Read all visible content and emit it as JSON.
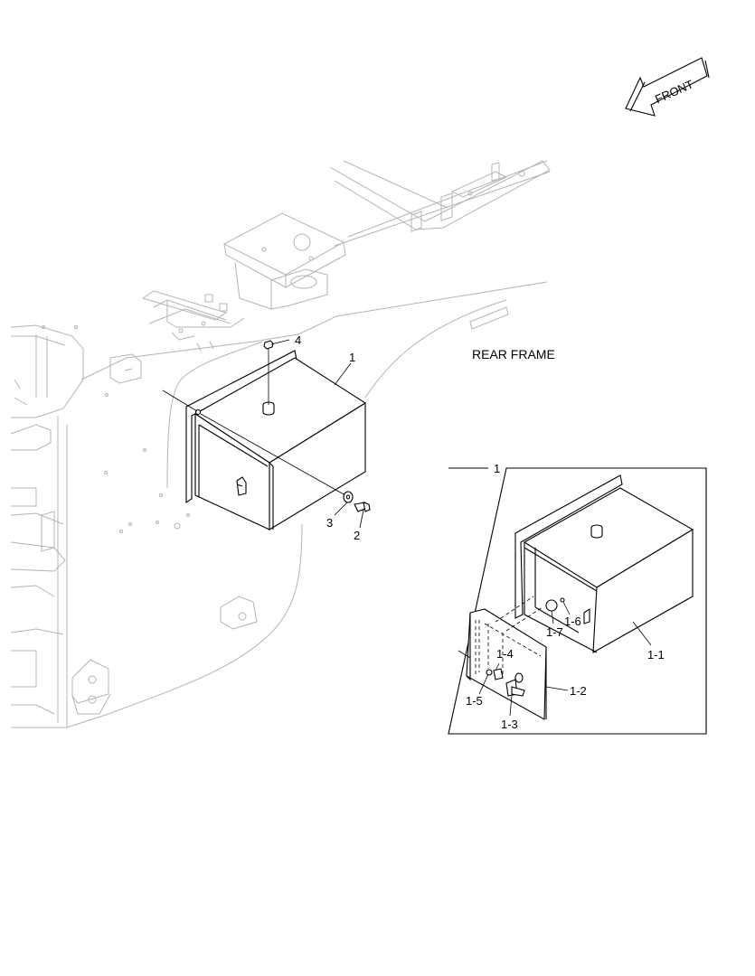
{
  "labels": {
    "front": "FRONT",
    "rear_frame": "REAR FRAME",
    "callouts_main": [
      "1",
      "2",
      "3",
      "4"
    ],
    "detail_title": "1",
    "callouts_detail": [
      "1-1",
      "1-2",
      "1-3",
      "1-4",
      "1-5",
      "1-6",
      "1-7"
    ]
  },
  "colors": {
    "frame_lines": "#b4b4b4",
    "part_lines": "#000000",
    "background": "#ffffff"
  }
}
